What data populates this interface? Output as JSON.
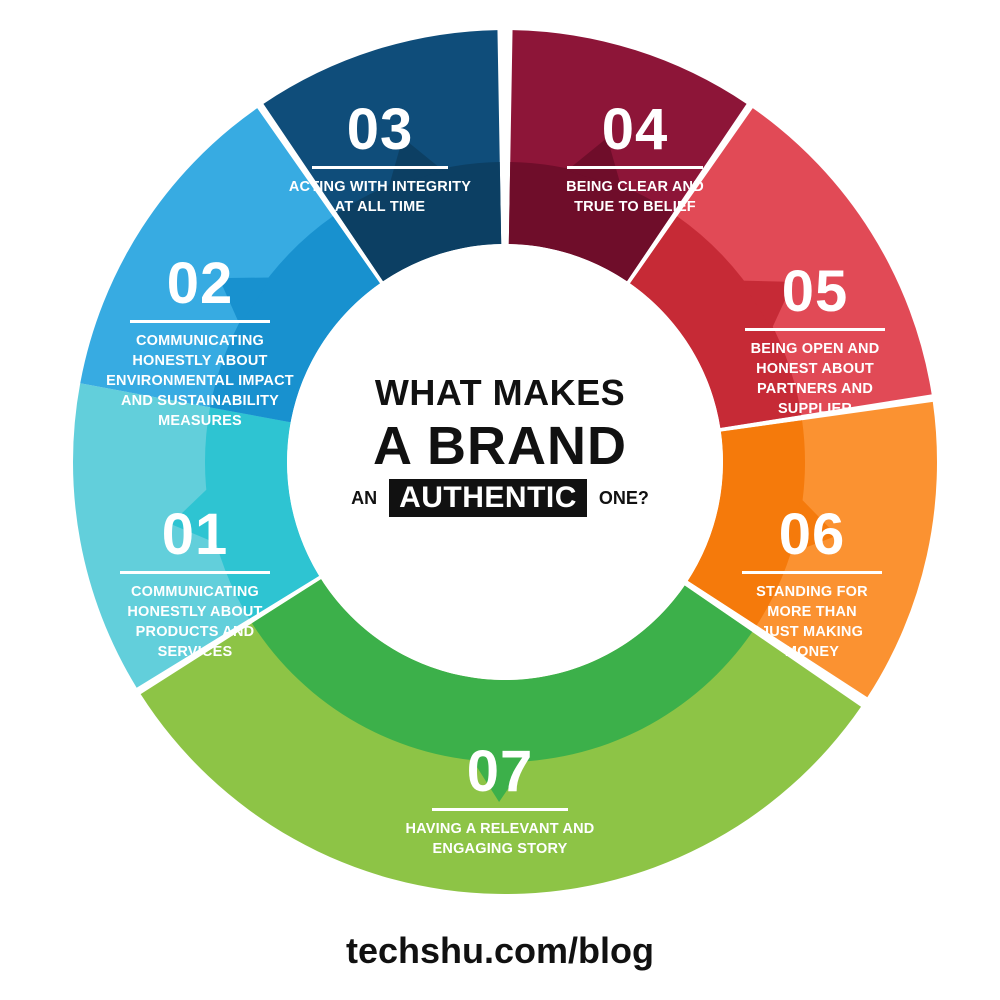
{
  "center": {
    "line1": "WHAT MAKES",
    "line2": "A BRAND",
    "line3_pre": "AN",
    "line3_highlight": "AUTHENTIC",
    "line3_post": "ONE?"
  },
  "segments": [
    {
      "number": "01",
      "label": "COMMUNICATING HONESTLY ABOUT PRODUCTS AND SERVICES",
      "color": "#62cfdb",
      "inner_color": "#2ec4d2"
    },
    {
      "number": "02",
      "label": "COMMUNICATING HONESTLY ABOUT ENVIRONMENTAL IMPACT AND SUSTAINABILITY MEASURES",
      "color": "#37abe2",
      "inner_color": "#1891cf"
    },
    {
      "number": "03",
      "label": "ACTING WITH INTEGRITY AT ALL TIME",
      "color": "#0f4d7a",
      "inner_color": "#0c3f63"
    },
    {
      "number": "04",
      "label": "BEING CLEAR AND TRUE TO BELIEF",
      "color": "#8d1538",
      "inner_color": "#6f0d2a"
    },
    {
      "number": "05",
      "label": "BEING OPEN AND HONEST ABOUT PARTNERS AND SUPPLIER",
      "color": "#e14a56",
      "inner_color": "#c62a36"
    },
    {
      "number": "06",
      "label": "STANDING FOR MORE THAN JUST MAKING MONEY",
      "color": "#fb9231",
      "inner_color": "#f57a0b"
    },
    {
      "number": "07",
      "label": "HAVING A RELEVANT AND ENGAGING STORY",
      "color": "#8dc446",
      "inner_color": "#3cb04a"
    }
  ],
  "footer": "techshu.com/blog"
}
